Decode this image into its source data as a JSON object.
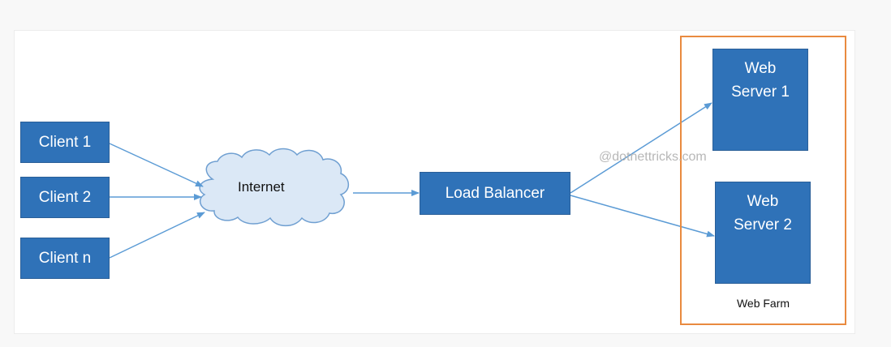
{
  "nodes": {
    "client_1": "Client 1",
    "client_2": "Client 2",
    "client_n": "Client n",
    "internet": "Internet",
    "load_balancer": "Load Balancer",
    "web_server_1": "Web\nServer 1",
    "web_server_2": "Web\nServer 2"
  },
  "group_label": "Web Farm",
  "watermark": "@dotnettricks.com",
  "colors": {
    "node_fill": "#2f72b8",
    "node_text": "#ffffff",
    "cloud_fill": "#dbe8f6",
    "cloud_stroke": "#6f9fd1",
    "arrow": "#5b9bd5",
    "group_border": "#e98a3f"
  }
}
